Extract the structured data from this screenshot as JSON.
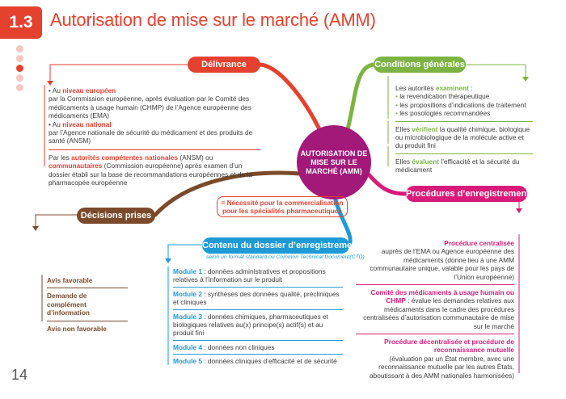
{
  "header": {
    "section_number": "1.3",
    "title": "Autorisation de mise sur le marché (AMM)"
  },
  "page_number": "14",
  "colors": {
    "red": "#e4412f",
    "green": "#7cb342",
    "pink": "#d81b7a",
    "blue": "#1e9ad6",
    "brown": "#7a4a2a",
    "center": "#a3197a"
  },
  "center": {
    "text": "AUTORISATION DE MISE SUR LE MARCHÉ (AMM)"
  },
  "note": {
    "text": "= Nécessité pour la commercialisation pour les spécialités pharmaceutiques"
  },
  "delivrance": {
    "title": "Délivrance",
    "b1_prefix": "Au",
    "b1_hl": "niveau européen",
    "b1_text": "par la Commission européenne, après évaluation par le Comité des médicaments à usage humain (CHMP) de l’Agence européenne des médicaments (EMA)",
    "b2_prefix": "Au",
    "b2_hl": "niveau national",
    "b2_text": "par l’Agence nationale de sécurité du médicament et des produits de santé (ANSM)",
    "p_pre": "Par les",
    "p_hl1": "autorités compétentes nationales",
    "p_mid": "(ANSM) ou",
    "p_hl2": "communautaires",
    "p_post": "(Commission européenne) après examen d’un dossier établi sur la base de recommandations européennes et de la pharmacopée européenne"
  },
  "conditions": {
    "title": "Conditions générales",
    "s1_pre": "Les autorités",
    "s1_hl": "examinent",
    "s1_colon": ":",
    "s1_items": [
      "la revendication thérapeutique",
      "les propositions d’indications de traitement",
      "les posologies recommandées"
    ],
    "s2_pre": "Elles",
    "s2_hl": "vérifient",
    "s2_post": "la qualité chimique, biologique ou microbiologique de la molécule active et du produit fini",
    "s3_pre": "Elles",
    "s3_hl": "évaluent",
    "s3_post": "l’efficacité et la sécurité du médicament"
  },
  "procedures": {
    "title": "Procédures d’enregistrement",
    "p1_title": "Procédure centralisée",
    "p1_text": "auprès de l’EMA ou Agence européenne des médicaments (donne lieu à une AMM communautaire unique, valable pour les pays de l’Union européenne)",
    "p2_title": "Comité des médicaments à usage humain ou CHMP",
    "p2_text": ": évalue les demandes relatives aux médicaments dans le cadre des procédures centralisées d’autorisation communautaire de mise sur le marché",
    "p3_title": "Procédure décentralisée et procédure de reconnaissance mutuelle",
    "p3_text": "(évaluation par un État membre, avec une reconnaissance mutuelle par les autres États, aboutissant à des AMM nationales harmonisées)"
  },
  "decisions": {
    "title": "Décisions prises",
    "items": [
      "Avis favorable",
      "Demande de complément d’information",
      "Avis non favorable"
    ]
  },
  "dossier": {
    "title": "Contenu du dossier d’enregistrement",
    "subtitle": "selon un format standard ou Common Technical Document(CTD)",
    "modules": [
      {
        "label": "Module 1",
        "text": ": données administratives et propositions relatives à l’information sur le produit"
      },
      {
        "label": "Module 2",
        "text": ": synthèses des données qualité, précliniques et cliniques"
      },
      {
        "label": "Module 3",
        "text": ": données chimiques, pharmaceutiques et biologiques relatives au(x) principe(s) actif(s) et au produit fini"
      },
      {
        "label": "Module 4",
        "text": ": données non cliniques"
      },
      {
        "label": "Module 5",
        "text": ": données cliniques d’efficacité et de sécurité"
      }
    ]
  }
}
